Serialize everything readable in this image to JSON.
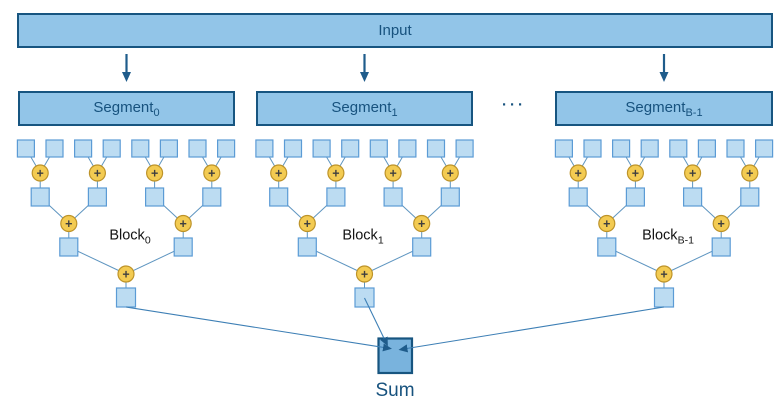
{
  "diagram": {
    "input": {
      "label": "Input"
    },
    "dots": "···",
    "segments": [
      {
        "name": "Segment",
        "subscript": "0"
      },
      {
        "name": "Segment",
        "subscript": "1"
      },
      {
        "name": "Segment",
        "subscript": "B-1"
      }
    ],
    "blocks": [
      {
        "name": "Block",
        "subscript": "0"
      },
      {
        "name": "Block",
        "subscript": "1"
      },
      {
        "name": "Block",
        "subscript": "B-1"
      }
    ],
    "plus_symbol": "+",
    "sum": {
      "label": "Sum"
    },
    "colors": {
      "box_border_dark": "#175580",
      "bar_fill": "#92C5E8",
      "leaf_fill": "#BCDCF2",
      "leaf_border": "#5B9BD5",
      "adder_fill": "#F3CB52",
      "adder_border": "#BD9329",
      "adder_symbol": "#3F3F3F",
      "sum_fill": "#79B3DD",
      "line": "#5E95C0",
      "line_sum": "#3D7FB5",
      "arrow": "#1F5C8B",
      "text_navy": "#17527E"
    }
  }
}
